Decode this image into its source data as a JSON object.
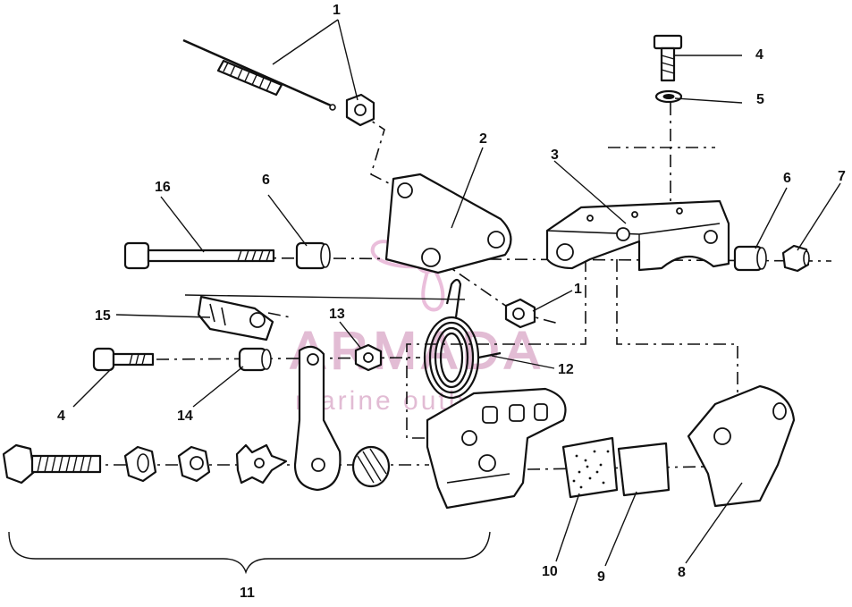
{
  "callouts": {
    "c1_top": "1",
    "c1_mid": "1",
    "c2": "2",
    "c3": "3",
    "c4_top": "4",
    "c4_left": "4",
    "c5": "5",
    "c6_left": "6",
    "c6_right": "6",
    "c7": "7",
    "c8": "8",
    "c9": "9",
    "c10": "10",
    "c11": "11",
    "c12": "12",
    "c13": "13",
    "c14": "14",
    "c15": "15",
    "c16": "16"
  },
  "watermark": {
    "brand": "ARMADA",
    "tagline": "marine outboards",
    "logo_color": "#e4a9cf"
  }
}
